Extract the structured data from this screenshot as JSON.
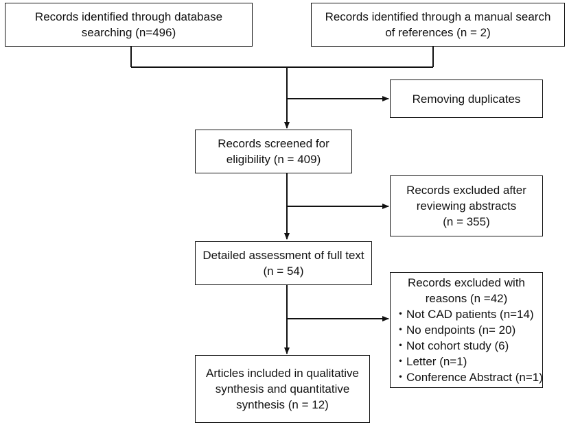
{
  "boxes": {
    "db_search": [
      "Records identified through database",
      "searching (n=496)"
    ],
    "manual_search": [
      "Records identified through a manual search",
      "of references (n = 2)"
    ],
    "duplicates": [
      "Removing duplicates"
    ],
    "screened": [
      "Records screened for",
      "eligibility  (n = 409)"
    ],
    "excluded_abstracts": [
      "Records excluded after",
      "reviewing abstracts",
      "(n = 355)"
    ],
    "full_text": [
      "Detailed assessment of full text",
      "(n = 54)"
    ],
    "excluded_reasons": {
      "heading": [
        "Records excluded with",
        "reasons (n =42)"
      ],
      "items": [
        "・Not CAD patients (n=14)",
        "・No endpoints (n= 20)",
        "・Not cohort study (6)",
        "・Letter (n=1)",
        "・Conference Abstract (n=1)"
      ]
    },
    "included": [
      "Articles included in qualitative",
      "synthesis and quantitative",
      "synthesis (n = 12)"
    ]
  }
}
